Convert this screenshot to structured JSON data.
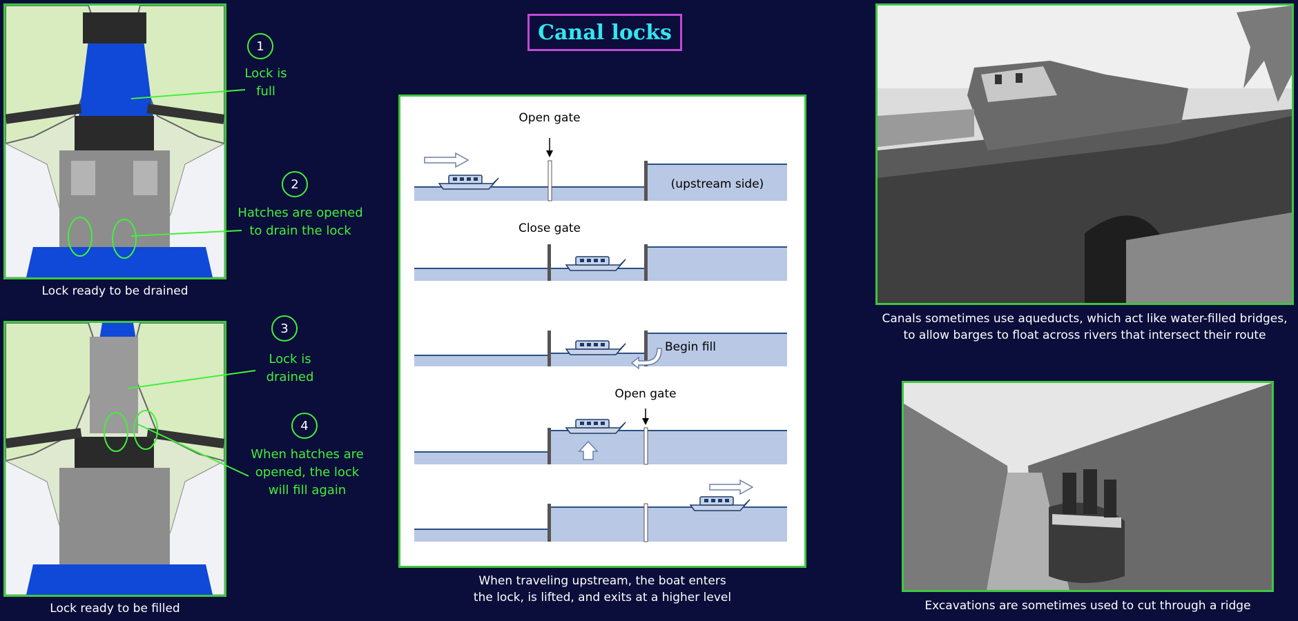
{
  "title": "Canal locks",
  "left": {
    "top_caption": "Lock ready to be drained",
    "bottom_caption": "Lock ready to be filled",
    "callouts": [
      {
        "number": "1",
        "line1": "Lock is",
        "line2": "full"
      },
      {
        "number": "2",
        "line1": "Hatches are opened",
        "line2": "to drain the lock"
      },
      {
        "number": "3",
        "line1": "Lock is",
        "line2": "drained"
      },
      {
        "number": "4",
        "line1": "When hatches are",
        "line2": "opened, the lock",
        "line3": "will fill again"
      }
    ]
  },
  "center": {
    "labels": {
      "open_gate_1": "Open gate",
      "upstream": "(upstream side)",
      "close_gate": "Close gate",
      "begin_fill": "Begin fill",
      "open_gate_2": "Open gate"
    },
    "caption_line1": "When traveling upstream, the boat enters",
    "caption_line2": "the lock, is lifted, and exits at a higher level"
  },
  "right": {
    "aqueduct_caption_line1": "Canals sometimes use aqueducts, which act like water-filled bridges,",
    "aqueduct_caption_line2": "to allow barges to float across rivers that intersect their route",
    "excavation_caption": "Excavations are sometimes used to cut through a ridge"
  },
  "colors": {
    "background": "#0b0d3a",
    "title_text": "#31e7f0",
    "title_border": "#c04ad6",
    "panel_border": "#3ec83e",
    "callout_green": "#41f03a",
    "water_fill": "#b9c8e4",
    "lock_water": "#1048d8"
  }
}
